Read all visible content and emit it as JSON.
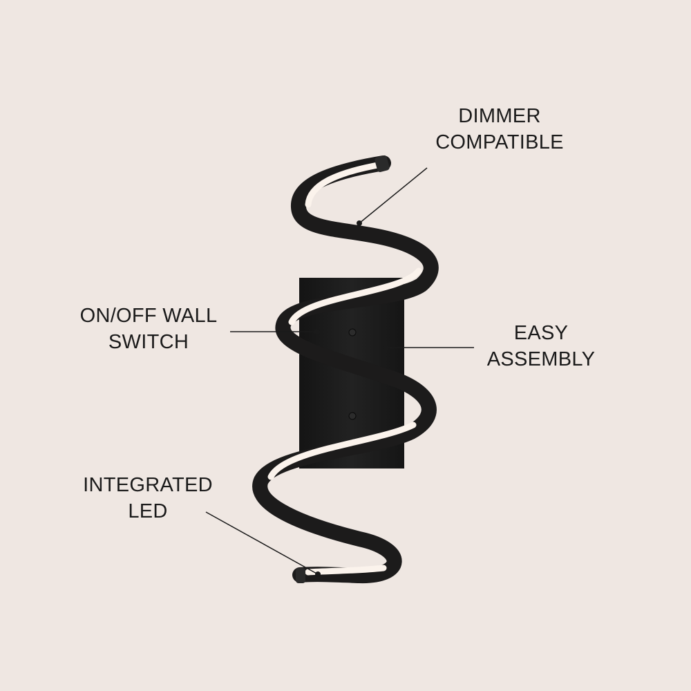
{
  "features": {
    "dimmer": {
      "line1": "DIMMER",
      "line2": "COMPATIBLE"
    },
    "switch": {
      "line1": "ON/OFF WALL",
      "line2": "SWITCH"
    },
    "assembly": {
      "line1": "EASY",
      "line2": "ASSEMBLY"
    },
    "led": {
      "line1": "INTEGRATED",
      "line2": "LED"
    }
  },
  "colors": {
    "background": "#efe7e2",
    "fixture": "#1c1b1b",
    "led_glow": "#fbf3ec",
    "text": "#1a1a1a"
  }
}
